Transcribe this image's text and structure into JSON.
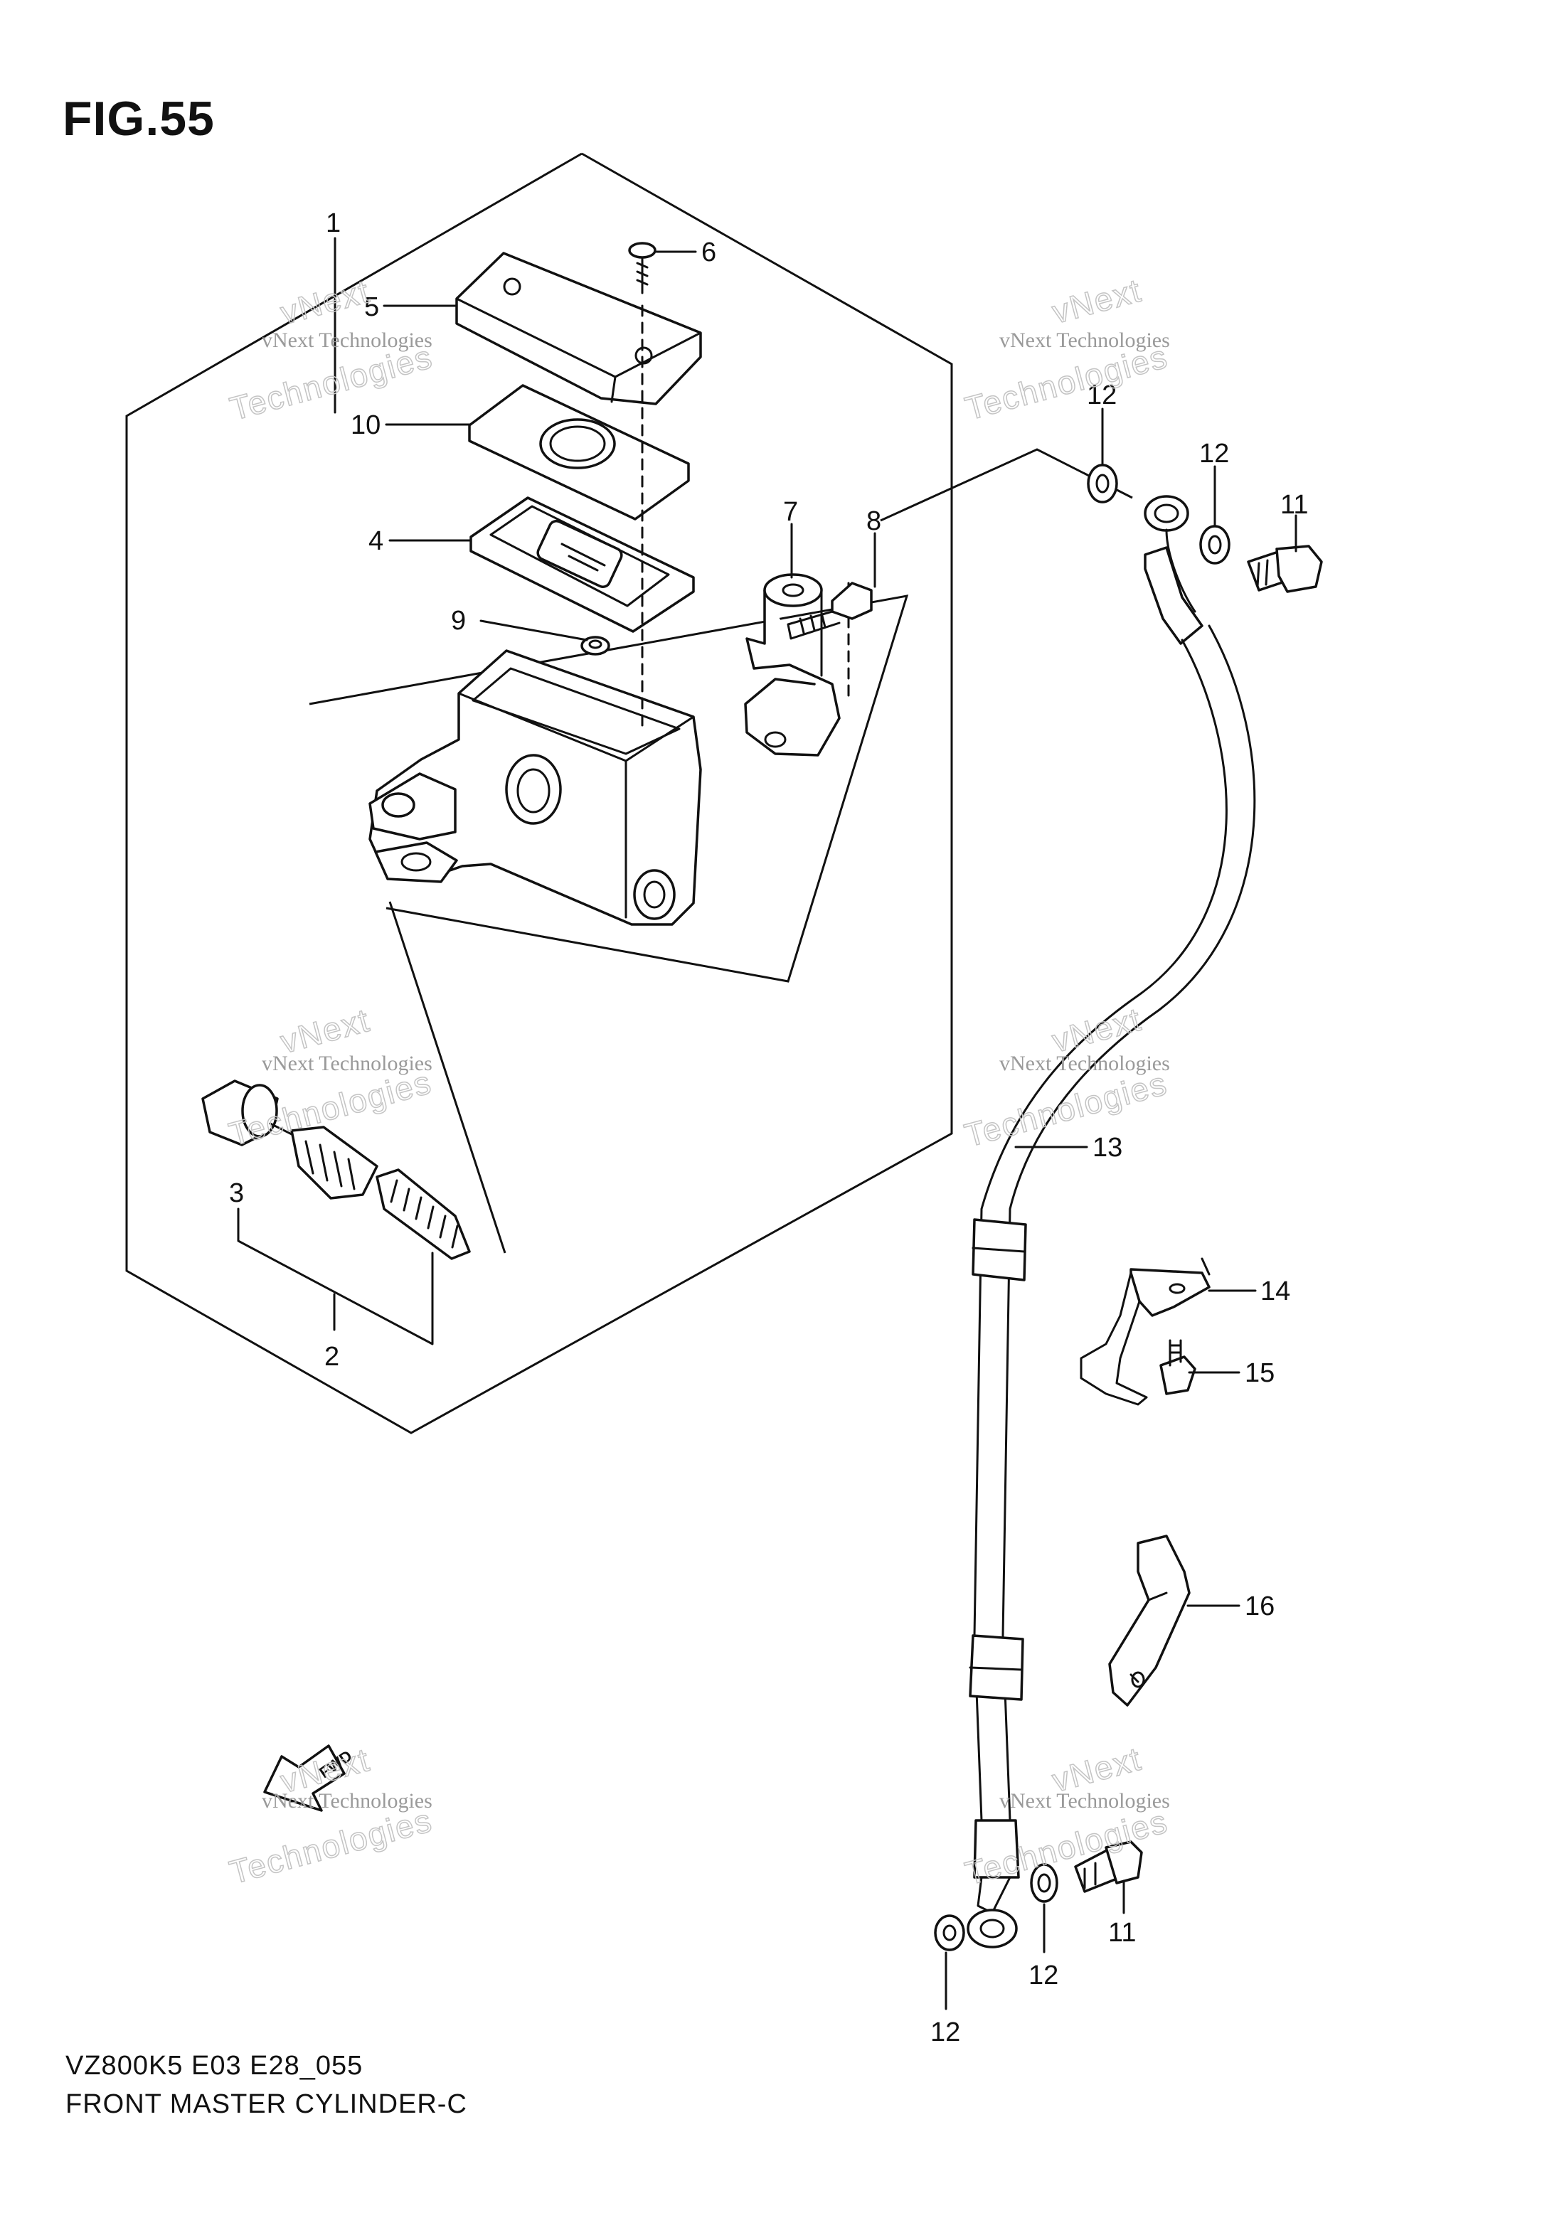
{
  "figure": {
    "title": "FIG.55",
    "diagram_code": "VZ800K5 E03 E28_055",
    "diagram_name": "FRONT MASTER CYLINDER-C"
  },
  "watermark": {
    "line1": "vNext Technologies",
    "line2": "vNext",
    "line3": "Technologies"
  },
  "callouts": [
    "1",
    "2",
    "3",
    "4",
    "5",
    "6",
    "7",
    "8",
    "9",
    "10",
    "11",
    "11",
    "12",
    "12",
    "12",
    "12",
    "13",
    "14",
    "15",
    "16"
  ],
  "fwd_badge": "FWD"
}
